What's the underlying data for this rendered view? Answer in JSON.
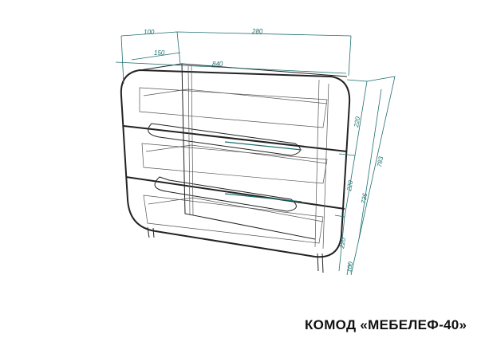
{
  "drawing": {
    "colors": {
      "dimension": "#1f6f6f",
      "outline": "#222222"
    },
    "dimensions": {
      "top_depth_outer": "100",
      "top_width": "280",
      "inner_depth": "150",
      "overall_width": "840",
      "drawer_1_height": "220",
      "drawer_2_height": "220",
      "drawer_3_height": "220",
      "leg_height": "100",
      "body_height": "736",
      "overall_height": "783"
    }
  },
  "caption": "КОМОД «МЕБЕЛЕФ-40»"
}
